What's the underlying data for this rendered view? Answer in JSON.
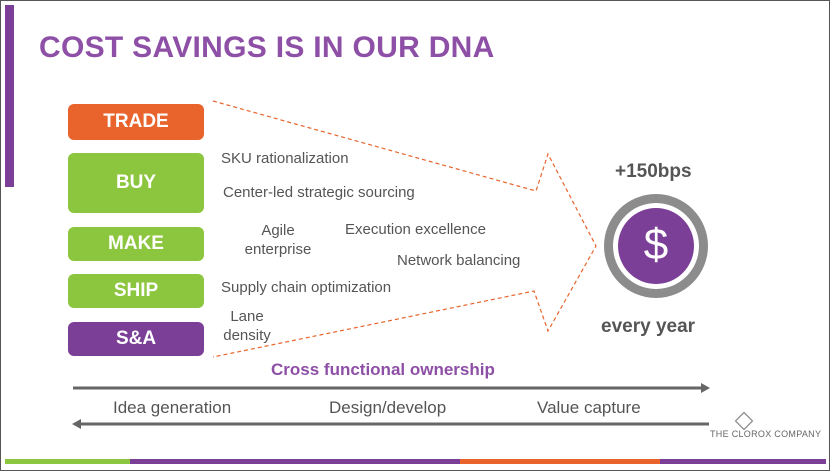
{
  "title": "COST SAVINGS IS IN OUR DNA",
  "categories": {
    "trade": "TRADE",
    "buy": "BUY",
    "make": "MAKE",
    "ship": "SHIP",
    "sa": "S&A"
  },
  "notes": {
    "sku": "SKU rationalization",
    "sourcing": "Center-led strategic sourcing",
    "agile": "Agile\nenterprise",
    "execution": "Execution excellence",
    "network": "Network balancing",
    "supply": "Supply chain optimization",
    "lane": "Lane\ndensity"
  },
  "result": {
    "amount": "+150bps",
    "symbol": "$",
    "period": "every year"
  },
  "ownership": "Cross functional ownership",
  "flow": {
    "step1": "Idea generation",
    "step2": "Design/develop",
    "step3": "Value capture"
  },
  "logo": "THE CLOROX COMPANY",
  "colors": {
    "purple": "#7b3f98",
    "title_purple": "#8e4fa6",
    "orange": "#e8642c",
    "green": "#8cc63f",
    "gray_ring": "#8c8c8c"
  }
}
